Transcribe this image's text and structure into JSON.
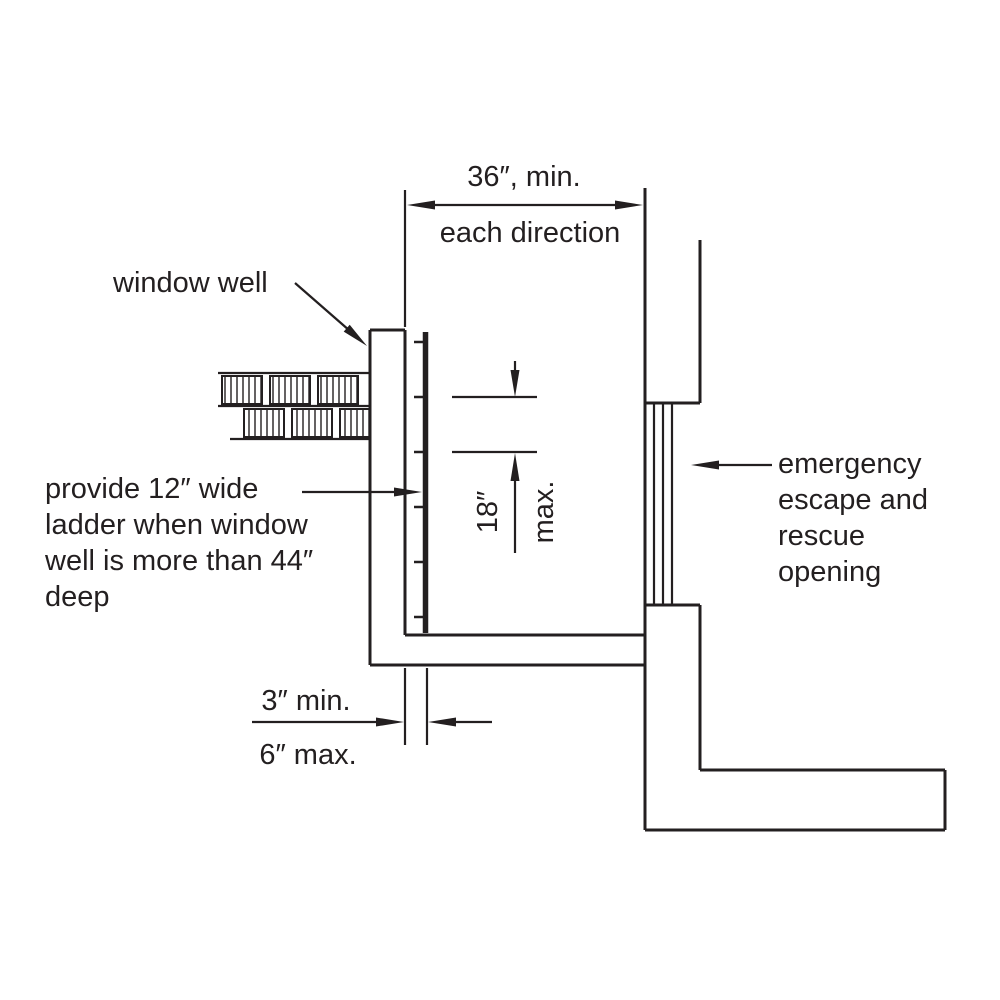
{
  "colors": {
    "line": "#231f20",
    "background": "#ffffff"
  },
  "dimensions": {
    "top": {
      "value": "36″, min.",
      "note": "each direction"
    },
    "rung_spacing": {
      "value": "18″",
      "qualifier": "max."
    },
    "ladder_offset": {
      "min": "3″ min.",
      "max": "6″ max."
    }
  },
  "labels": {
    "window_well": "window well",
    "ladder_note": {
      "lines": [
        "provide 12″ wide",
        "ladder when window",
        "well is more than 44″",
        "deep"
      ]
    },
    "escape_opening": {
      "lines": [
        "emergency",
        "escape and",
        "rescue",
        "opening"
      ]
    }
  }
}
